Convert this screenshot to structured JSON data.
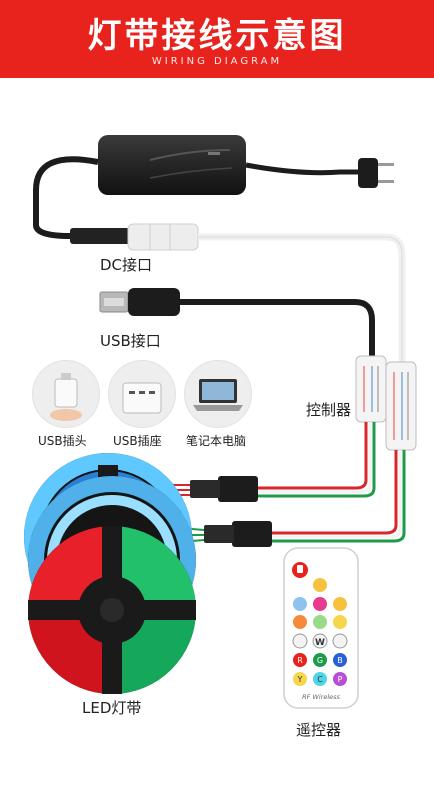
{
  "header": {
    "title": "灯带接线示意图",
    "subtitle": "WIRING DIAGRAM"
  },
  "labels": {
    "dc_port": "DC接口",
    "usb_port": "USB接口",
    "usb_plug": "USB插头",
    "usb_socket": "USB插座",
    "laptop": "笔记本电脑",
    "controller": "控制器",
    "led_strip": "LED灯带",
    "remote": "遥控器"
  },
  "remote": {
    "brand": "RF Wireless",
    "w_key": "W",
    "letter_keys": [
      "R",
      "G",
      "B",
      "Y",
      "C",
      "P"
    ]
  },
  "colors": {
    "header": "#e8231d",
    "cable_black": "#1c1c1c",
    "cable_white": "#f0f0f0",
    "wire_red": "#d8262a",
    "wire_green": "#1f9a4a",
    "controller_body": "#f4f4f4"
  }
}
